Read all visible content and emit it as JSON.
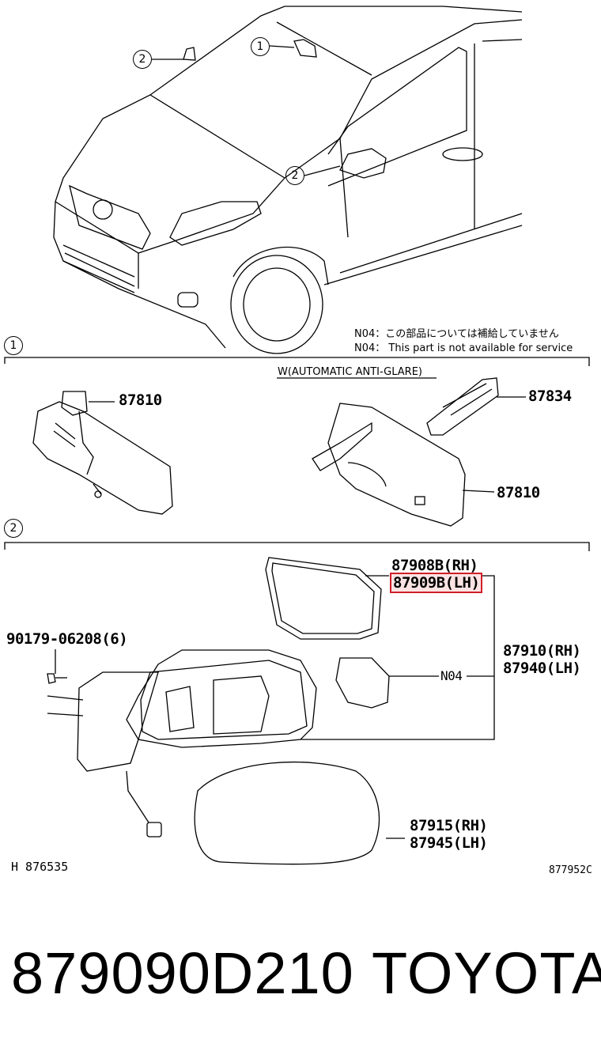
{
  "top": {
    "callout_1": "1",
    "callout_2a": "2",
    "callout_2b": "2",
    "note_jp": "N04：この部品については補給していません",
    "note_en": "N04： This part is not available for service"
  },
  "section1": {
    "marker": "1",
    "variant_label": "W(AUTOMATIC ANTI-GLARE)",
    "part_inner_mirror_left": "87810",
    "part_bracket_cover": "87834",
    "part_inner_mirror_right": "87810"
  },
  "section2": {
    "marker": "2",
    "screw": "90179-06208(6)",
    "mirror_glass_rh": "87908B(RH)",
    "mirror_glass_lh": "87909B(LH)",
    "outer_mirror_rh": "87910(RH)",
    "outer_mirror_lh": "87940(LH)",
    "actuator_note": "N04",
    "cover_rh": "87915(RH)",
    "cover_lh": "87945(LH)",
    "ref_left": "H 876535",
    "ref_right": "877952C"
  },
  "footer": {
    "part_number": "879090D210",
    "brand": "TOYOTA"
  }
}
